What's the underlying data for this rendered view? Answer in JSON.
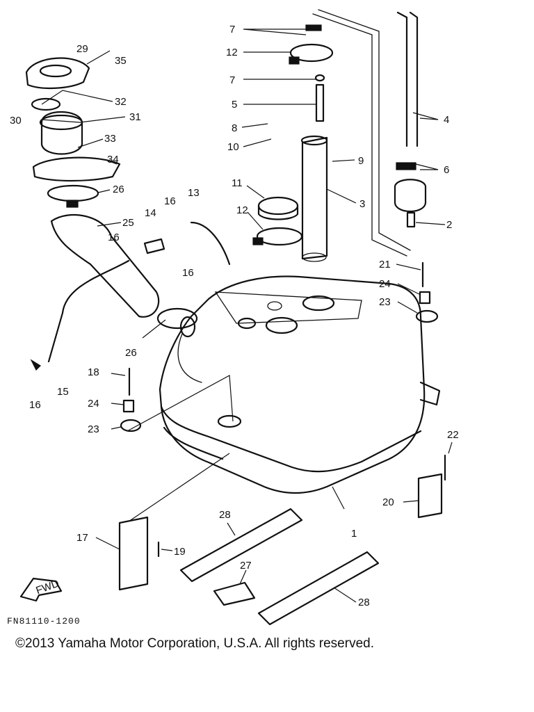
{
  "figure_code": "FN81110-1200",
  "fwd_label": "FWD",
  "copyright": "©2013 Yamaha Motor Corporation, U.S.A. All rights reserved.",
  "callouts": [
    "1",
    "2",
    "3",
    "4",
    "5",
    "6",
    "7",
    "7",
    "8",
    "9",
    "10",
    "11",
    "12",
    "12",
    "13",
    "14",
    "15",
    "16",
    "16",
    "16",
    "16",
    "17",
    "18",
    "19",
    "20",
    "21",
    "22",
    "23",
    "23",
    "24",
    "24",
    "25",
    "26",
    "26",
    "27",
    "28",
    "28",
    "29",
    "30",
    "31",
    "32",
    "33",
    "34",
    "35"
  ]
}
